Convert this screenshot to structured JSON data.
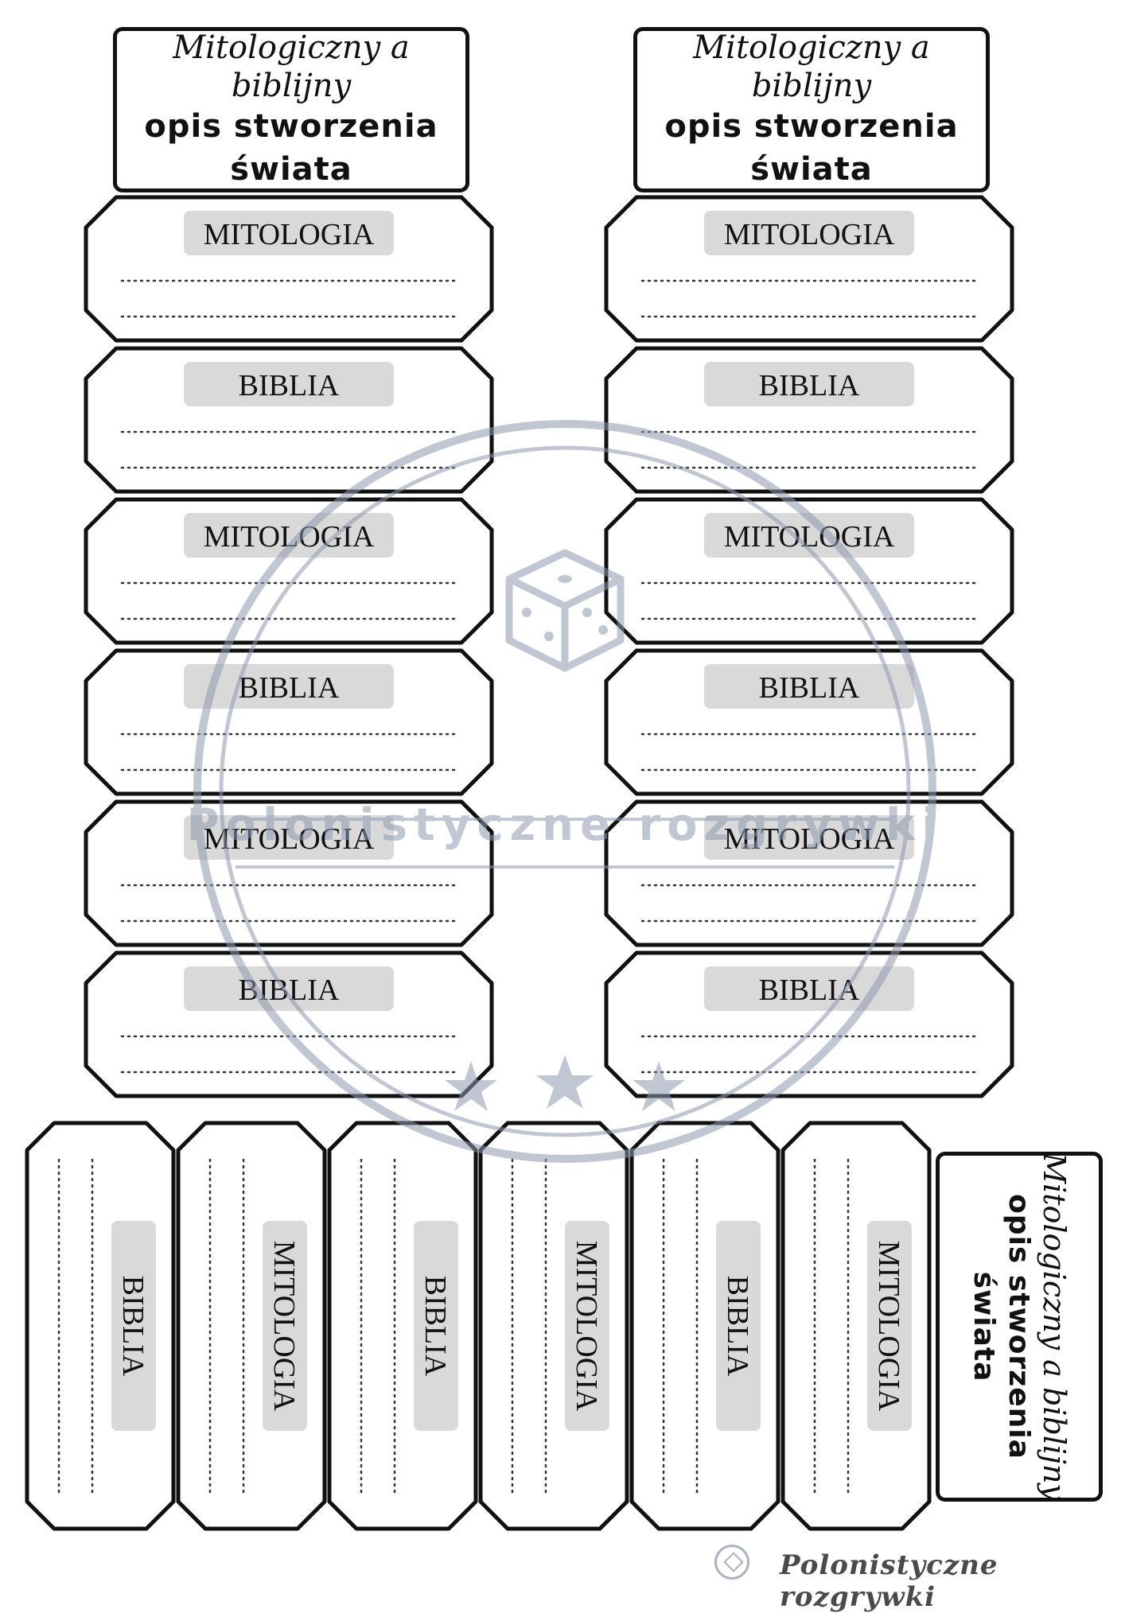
{
  "title": {
    "line1": "Mitologiczny a biblijny",
    "line2": "opis stworzenia",
    "line3": "świata"
  },
  "labels": {
    "mitologia": "MITOLOGIA",
    "biblia": "BIBLIA"
  },
  "left_column": [
    "MITOLOGIA",
    "BIBLIA",
    "MITOLOGIA",
    "BIBLIA",
    "MITOLOGIA",
    "BIBLIA"
  ],
  "right_column": [
    "MITOLOGIA",
    "BIBLIA",
    "MITOLOGIA",
    "BIBLIA",
    "MITOLOGIA",
    "BIBLIA"
  ],
  "bottom_row": [
    "BIBLIA",
    "MITOLOGIA",
    "BIBLIA",
    "MITOLOGIA",
    "BIBLIA",
    "MITOLOGIA"
  ],
  "watermark": {
    "text": "Polonistyczne rozgrywki",
    "color": "#8e9aae"
  },
  "footer": {
    "brand": "Polonistyczne rozgrywki"
  },
  "colors": {
    "border": "#111111",
    "label_bg": "#d9d9d9",
    "dots": "#333333"
  }
}
